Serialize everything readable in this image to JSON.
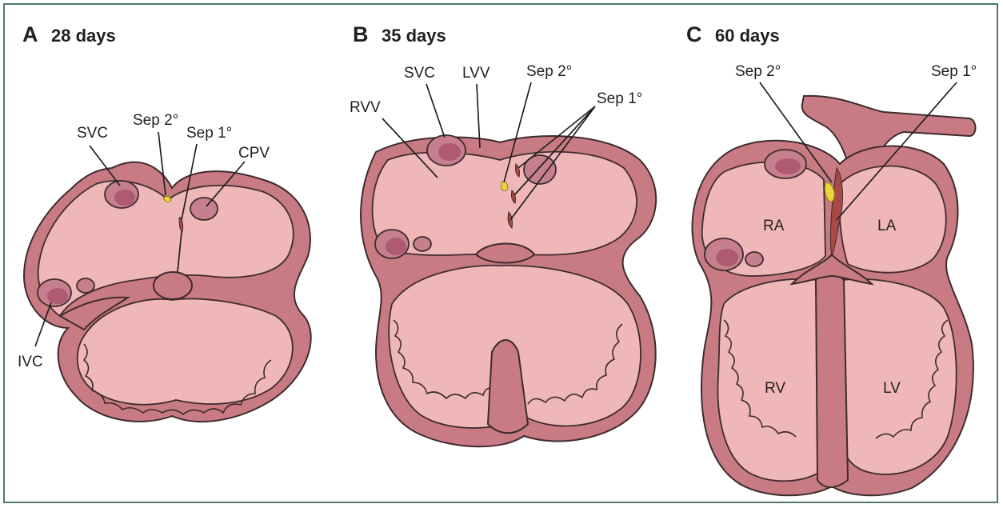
{
  "colors": {
    "frame": "#4e7a66",
    "wall": "#c97b83",
    "cavity": "#efb7b7",
    "septum_primum": "#a84a46",
    "septum_secundum": "#ecd43a",
    "vessel": "#ad5a72"
  },
  "panels": [
    {
      "letter": "A",
      "days": "28 days",
      "labels": {
        "svc": "SVC",
        "sep2": "Sep 2°",
        "sep1": "Sep 1°",
        "cpv": "CPV",
        "ivc": "IVC"
      }
    },
    {
      "letter": "B",
      "days": "35 days",
      "labels": {
        "rvv": "RVV",
        "svc": "SVC",
        "lvv": "LVV",
        "sep2": "Sep 2°",
        "sep1": "Sep 1°"
      }
    },
    {
      "letter": "C",
      "days": "60 days",
      "labels": {
        "sep2": "Sep 2°",
        "sep1": "Sep 1°",
        "ra": "RA",
        "la": "LA",
        "rv": "RV",
        "lv": "LV"
      }
    }
  ]
}
